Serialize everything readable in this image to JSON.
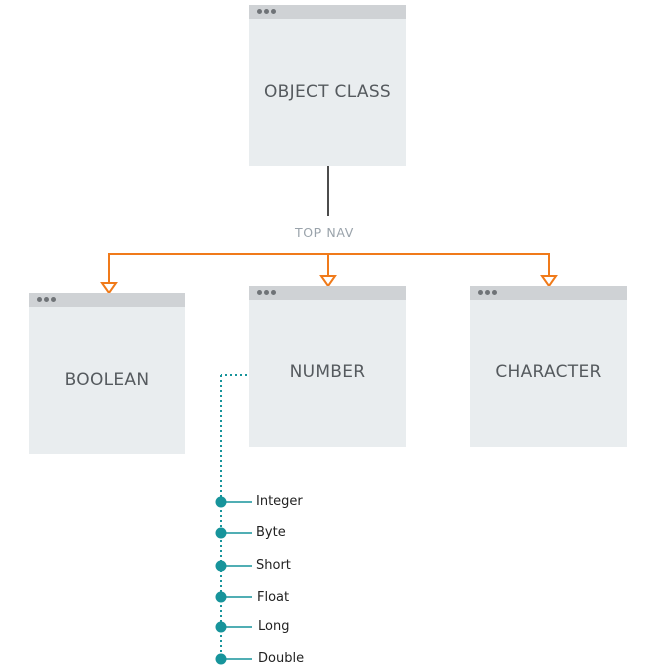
{
  "diagram": {
    "root": {
      "label": "OBJECT CLASS"
    },
    "connector_label": "TOP NAV",
    "children": [
      {
        "label": "BOOLEAN"
      },
      {
        "label": "NUMBER"
      },
      {
        "label": "CHARACTER"
      }
    ],
    "number_subtypes": [
      "Integer",
      "Byte",
      "Short",
      "Float",
      "Long",
      "Double"
    ],
    "colors": {
      "card_bg": "#e9edef",
      "card_bar": "#cfd2d5",
      "arrow": "#f07a1a",
      "teal": "#17949b"
    }
  }
}
